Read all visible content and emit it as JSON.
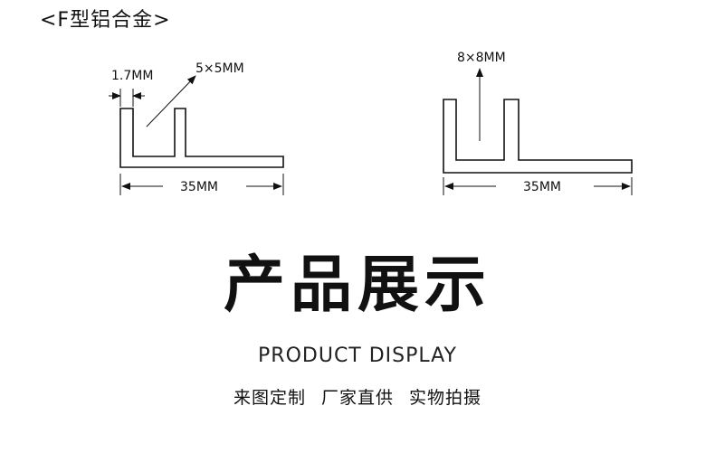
{
  "header": {
    "title": "<F型铝合金>"
  },
  "profile_left": {
    "thickness_label": "1.7MM",
    "slot_label": "5×5MM",
    "width_label": "35MM"
  },
  "profile_right": {
    "slot_label": "8×8MM",
    "width_label": "35MM"
  },
  "main": {
    "headline": "产品展示",
    "subhead": "PRODUCT DISPLAY",
    "tagline": "来图定制 厂家直供 实物拍摄"
  },
  "colors": {
    "line": "#111111",
    "background": "#ffffff"
  }
}
